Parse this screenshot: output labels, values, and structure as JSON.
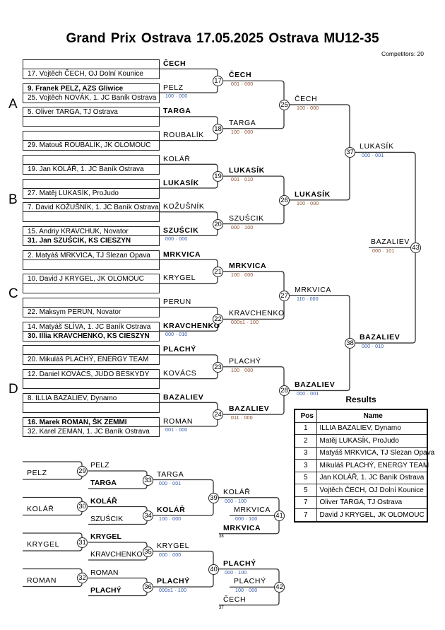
{
  "header": {
    "title": "Grand Prix Ostrava  17.05.2025  Ostrava   MU12-35",
    "competitors": "Competitors: 20"
  },
  "colors": {
    "score_brown": "#8b4a2b",
    "score_blue": "#3057a8",
    "line": "#333333"
  },
  "pools": [
    "A",
    "B",
    "C",
    "D"
  ],
  "boxes": [
    {
      "top": "",
      "bottom": "17. Vojtěch ČECH, OJ Dolní Kounice",
      "top_bold": false,
      "bottom_bold": false,
      "label": "ČECH",
      "label_bold": true
    },
    {
      "top": "9. Franek PELZ, AZS Gliwice",
      "bottom": "25. Vojtěch NOVÁK, 1. JC Baník Ostrava",
      "top_bold": true,
      "bottom_bold": false,
      "label": "PELZ",
      "label_bold": false,
      "score": "100 · 000",
      "score_color": "#3057a8"
    },
    {
      "top": "5. Oliver TARGA, TJ Ostrava",
      "bottom": "",
      "top_bold": false,
      "bottom_bold": false,
      "label": "TARGA",
      "label_bold": true
    },
    {
      "top": "",
      "bottom": "29. Matouš ROUBALÍK, JK OLOMOUC",
      "top_bold": false,
      "bottom_bold": false,
      "label": "ROUBALÍK",
      "label_bold": false
    },
    {
      "top": "",
      "bottom": "19. Jan KOLÁŘ, 1. JC Baník Ostrava",
      "top_bold": false,
      "bottom_bold": false,
      "label": "KOLÁŘ",
      "label_bold": false
    },
    {
      "top": "",
      "bottom": "27. Matěj LUKASÍK, ProJudo",
      "top_bold": false,
      "bottom_bold": false,
      "label": "LUKASÍK",
      "label_bold": true
    },
    {
      "top": "7. David KOŽUŠNÍK, 1. JC Baník Ostrava",
      "bottom": "",
      "top_bold": false,
      "bottom_bold": false,
      "label": "KOŽUŠNÍK",
      "label_bold": false
    },
    {
      "top": "15. Andriy KRAVCHUK, Novator",
      "bottom": "31. Jan SZUŚCIK, KS CIESZYN",
      "top_bold": false,
      "bottom_bold": true,
      "label": "SZUŚCIK",
      "label_bold": true,
      "score": "000 · 000",
      "score_color": "#3057a8"
    },
    {
      "top": "2. Matyáš MRKVICA, TJ Slezan Opava",
      "bottom": "",
      "top_bold": false,
      "bottom_bold": false,
      "label": "MRKVICA",
      "label_bold": true
    },
    {
      "top": "10. David J KRYGEL, JK OLOMOUC",
      "bottom": "",
      "top_bold": false,
      "bottom_bold": false,
      "label": "KRYGEL",
      "label_bold": false
    },
    {
      "top": "",
      "bottom": "22. Maksym PERUN, Novator",
      "top_bold": false,
      "bottom_bold": false,
      "label": "PERUN",
      "label_bold": false
    },
    {
      "top": "14. Matyáš SLÍVA, 1. JC Baník Ostrava",
      "bottom": "30. Illia KRAVCHENKO, KS CIESZYN",
      "top_bold": false,
      "bottom_bold": true,
      "label": "KRAVCHENKO",
      "label_bold": true,
      "score": "000 · 010",
      "score_color": "#3057a8"
    },
    {
      "top": "",
      "bottom": "20. Mikuláš PLACHÝ, ENERGY TEAM",
      "top_bold": false,
      "bottom_bold": false,
      "label": "PLACHÝ",
      "label_bold": true
    },
    {
      "top": "12. Daniel KOVÁCS, JUDO BESKYDY",
      "bottom": "",
      "top_bold": false,
      "bottom_bold": false,
      "label": "KOVÁCS",
      "label_bold": false
    },
    {
      "top": "8. ILLIA BAZALIEV, Dynamo",
      "bottom": "",
      "top_bold": false,
      "bottom_bold": false,
      "label": "BAZALIEV",
      "label_bold": true
    },
    {
      "top": "16. Marek ROMAN, ŠK ZEMMI",
      "bottom": "32. Karel ZEMAN, 1. JC Baník Ostrava",
      "top_bold": true,
      "bottom_bold": false,
      "label": "ROMAN",
      "label_bold": false,
      "score": "001 · 000",
      "score_color": "#3057a8"
    }
  ],
  "round1": [
    {
      "num": "17",
      "winner": "ČECH",
      "bold": true,
      "score": "001 · 000",
      "score_color": "#8b4a2b"
    },
    {
      "num": "18",
      "winner": "TARGA",
      "bold": false,
      "score": "100 · 000",
      "score_color": "#8b4a2b"
    },
    {
      "num": "19",
      "winner": "LUKASÍK",
      "bold": true,
      "score": "001 · 010",
      "score_color": "#8b4a2b"
    },
    {
      "num": "20",
      "winner": "SZUŚCIK",
      "bold": false,
      "score": "000 · 100",
      "score_color": "#8b4a2b"
    },
    {
      "num": "21",
      "winner": "MRKVICA",
      "bold": true,
      "score": "100 · 000",
      "score_color": "#8b4a2b"
    },
    {
      "num": "22",
      "winner": "KRAVCHENKO",
      "bold": false,
      "score": "000s1 · 100",
      "score_color": "#8b4a2b"
    },
    {
      "num": "23",
      "winner": "PLACHÝ",
      "bold": false,
      "score": "100 · 000",
      "score_color": "#8b4a2b"
    },
    {
      "num": "24",
      "winner": "BAZALIEV",
      "bold": true,
      "score": "011 · 000",
      "score_color": "#8b4a2b"
    }
  ],
  "round2": [
    {
      "num": "25",
      "winner": "ČECH",
      "bold": false,
      "score": "100 · 000",
      "score_color": "#8b4a2b"
    },
    {
      "num": "26",
      "winner": "LUKASÍK",
      "bold": true,
      "score": "100 · 000",
      "score_color": "#8b4a2b"
    },
    {
      "num": "27",
      "winner": "MRKVICA",
      "bold": false,
      "score": "110 · 000",
      "score_color": "#3057a8"
    },
    {
      "num": "28",
      "winner": "BAZALIEV",
      "bold": true,
      "score": "000 · 001",
      "score_color": "#3057a8"
    }
  ],
  "round3": [
    {
      "num": "37",
      "winner": "LUKASÍK",
      "bold": false,
      "score": "000 · 001",
      "score_color": "#3057a8"
    },
    {
      "num": "38",
      "winner": "BAZALIEV",
      "bold": true,
      "score": "000 · 010",
      "score_color": "#3057a8"
    }
  ],
  "final": {
    "num": "43",
    "winner": "BAZALIEV",
    "bold": false,
    "score": "000 · 101",
    "score_color": "#8b4a2b"
  },
  "repechage": {
    "first": [
      {
        "num": "29",
        "entrant": "PELZ"
      },
      {
        "num": "30",
        "entrant": "KOLÁŘ"
      },
      {
        "num": "31",
        "entrant": "KRYGEL"
      },
      {
        "num": "32",
        "entrant": "ROMAN"
      }
    ],
    "second": [
      {
        "num": "33",
        "top": "PELZ",
        "top_bold": false,
        "bottom": "TARGA",
        "bottom_bold": true,
        "winner": "TARGA",
        "bold": false,
        "score": "000 · 001"
      },
      {
        "num": "34",
        "top": "KOLÁŘ",
        "top_bold": true,
        "bottom": "SZUŚCIK",
        "bottom_bold": false,
        "winner": "KOLÁŘ",
        "bold": true,
        "score": "100 · 000"
      },
      {
        "num": "35",
        "top": "KRYGEL",
        "top_bold": true,
        "bottom": "KRAVCHENKO",
        "bottom_bold": false,
        "winner": "KRYGEL",
        "bold": false,
        "score": "000 · 000"
      },
      {
        "num": "36",
        "top": "ROMAN",
        "top_bold": false,
        "bottom": "PLACHÝ",
        "bottom_bold": true,
        "winner": "PLACHÝ",
        "bold": true,
        "score": "000s1 · 100"
      }
    ],
    "third": [
      {
        "num": "39",
        "winner": "KOLÁŘ",
        "bold": false,
        "score": "000 · 100"
      },
      {
        "num": "40",
        "winner": "PLACHÝ",
        "bold": true,
        "score": "000 · 100"
      }
    ],
    "bronze": [
      {
        "num": "41",
        "opponent": "MRKVICA",
        "opponent_bold": true,
        "from": "38",
        "winner": "MRKVICA",
        "bold": false,
        "score": "000 · 100"
      },
      {
        "num": "42",
        "opponent": "ČECH",
        "opponent_bold": false,
        "from": "37",
        "winner": "PLACHÝ",
        "bold": false,
        "score": "100 · 000"
      }
    ],
    "score_color": "#3057a8"
  },
  "results": {
    "title": "Results",
    "headers": [
      "Pos",
      "Name"
    ],
    "rows": [
      {
        "pos": "1",
        "name": "ILLIA BAZALIEV, Dynamo"
      },
      {
        "pos": "2",
        "name": "Matěj LUKASÍK, ProJudo"
      },
      {
        "pos": "3",
        "name": "Matyáš MRKVICA, TJ Slezan Opava"
      },
      {
        "pos": "3",
        "name": "Mikuláš PLACHÝ, ENERGY TEAM"
      },
      {
        "pos": "5",
        "name": "Jan KOLÁŘ, 1. JC Baník Ostrava"
      },
      {
        "pos": "5",
        "name": "Vojtěch ČECH, OJ Dolní Kounice"
      },
      {
        "pos": "7",
        "name": "Oliver TARGA, TJ Ostrava"
      },
      {
        "pos": "7",
        "name": "David J KRYGEL, JK OLOMOUC"
      }
    ]
  }
}
